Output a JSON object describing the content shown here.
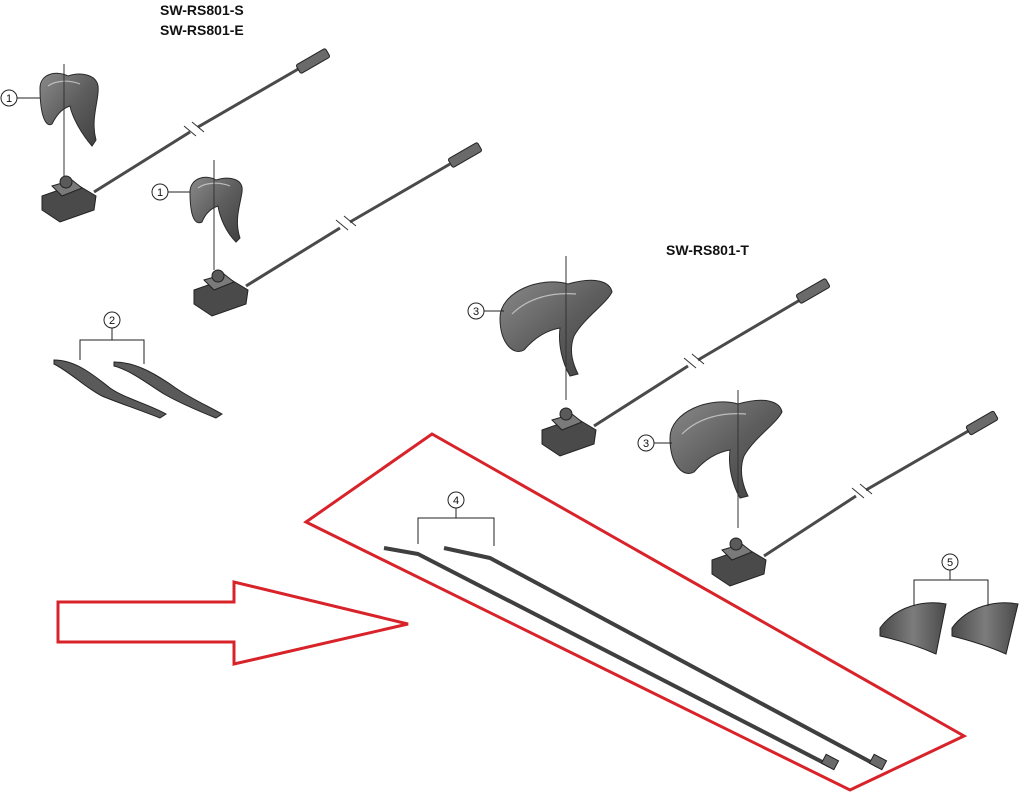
{
  "labels": {
    "model_s": "SW-RS801-S",
    "model_e": "SW-RS801-E",
    "model_t": "SW-RS801-T"
  },
  "callouts": {
    "clamp_s_upper": "1",
    "clamp_s_lower": "1",
    "spacers": "2",
    "clamp_t_upper": "3",
    "clamp_t_lower": "3",
    "cable_ties": "4",
    "pads": "5"
  },
  "colors": {
    "highlight": "#d8232a",
    "part_fill": "#6b6b6b",
    "part_dark": "#3a3a3a",
    "cable": "#4a4a4a"
  },
  "icons": {
    "highlight_frame": "red-outline-parallelogram",
    "pointer": "red-outline-arrow"
  }
}
